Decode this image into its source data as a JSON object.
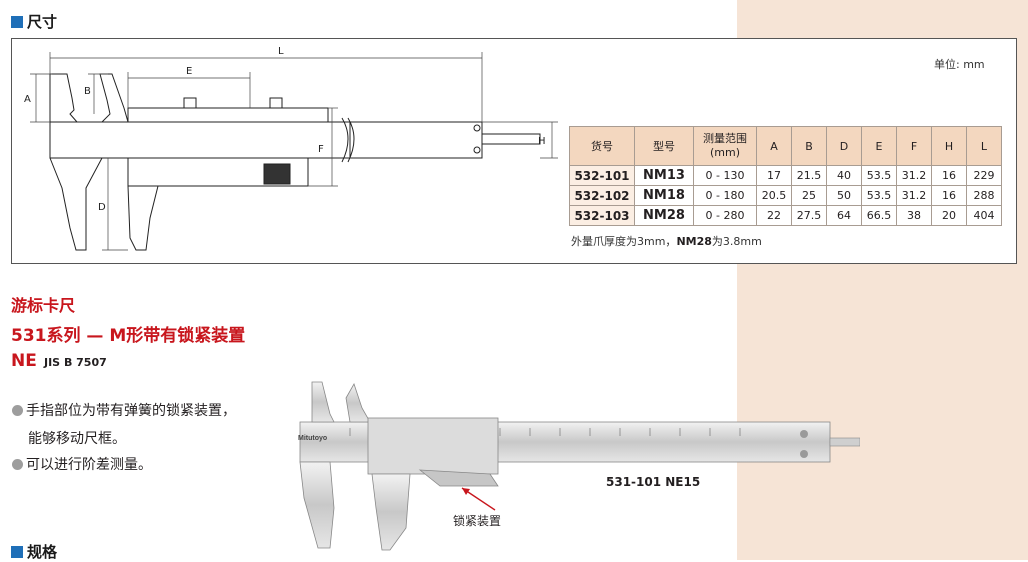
{
  "section_dimensions": {
    "title": "尺寸"
  },
  "diagram": {
    "labels": [
      "L",
      "E",
      "A",
      "B",
      "D",
      "F",
      "H"
    ],
    "unit_label": "单位: mm"
  },
  "spec_table": {
    "headers": [
      "货号",
      "型号",
      "测量范围\n(mm)",
      "A",
      "B",
      "D",
      "E",
      "F",
      "H",
      "L"
    ],
    "rows": [
      [
        "532-101",
        "NM13",
        "0 - 130",
        "17",
        "21.5",
        "40",
        "53.5",
        "31.2",
        "16",
        "229"
      ],
      [
        "532-102",
        "NM18",
        "0 - 180",
        "20.5",
        "25",
        "50",
        "53.5",
        "31.2",
        "16",
        "288"
      ],
      [
        "532-103",
        "NM28",
        "0 - 280",
        "22",
        "27.5",
        "64",
        "66.5",
        "38",
        "20",
        "404"
      ]
    ],
    "note_prefix": "外量爪厚度为3mm，",
    "note_bold": "NM28",
    "note_suffix": "为3.8mm"
  },
  "product": {
    "title1": "游标卡尺",
    "title2": "531系列 — M形带有锁紧装置",
    "title3": "NE",
    "standard": "JIS B 7507",
    "bullets": [
      "手指部位为带有弹簧的锁紧装置，",
      "可以进行阶差测量。"
    ],
    "bullet1_cont": "能够移动尺框。",
    "model_label": "531-101   NE15",
    "lock_label": "锁紧装置",
    "brand": "Mitutoyo"
  },
  "section_specs": {
    "title": "规格"
  },
  "colors": {
    "accent_red": "#c8161d",
    "square_blue": "#1f6fb8",
    "side_band": "#f6e4d6",
    "table_header": "#f3d7bf"
  }
}
